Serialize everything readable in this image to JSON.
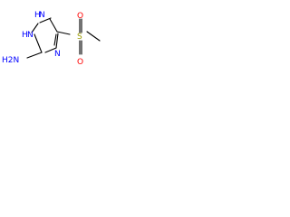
{
  "molecule": {
    "ring_atoms": {
      "n_top": "N",
      "h_top": "H",
      "n_left": "N",
      "h_left": "H",
      "n_bottom": "N"
    },
    "substituents": {
      "amine_h2": "H2N",
      "sulfur": "S",
      "oxygen_top": "O",
      "oxygen_bottom": "O"
    }
  },
  "colors": {
    "nitrogen": "#0000ff",
    "oxygen": "#ff0000",
    "sulfur": "#9a9a00",
    "carbon_bond": "#000000"
  }
}
